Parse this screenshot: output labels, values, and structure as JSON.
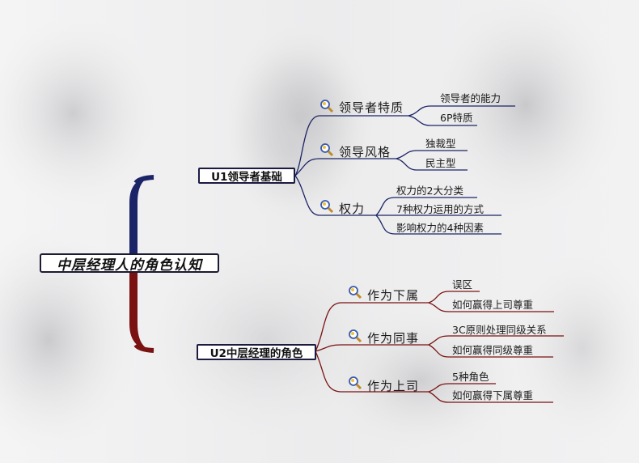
{
  "root": {
    "label": "中层经理人的角色认知"
  },
  "branches": [
    {
      "label": "U1领导者基础",
      "color": "#1b2466",
      "children": [
        {
          "label": "领导者特质",
          "leaves": [
            "领导者的能力",
            "6P特质"
          ]
        },
        {
          "label": "领导风格",
          "leaves": [
            "独裁型",
            "民主型"
          ]
        },
        {
          "label": "权力",
          "leaves": [
            "权力的2大分类",
            "7种权力运用的方式",
            "影响权力的4种因素"
          ]
        }
      ]
    },
    {
      "label": "U2中层经理的角色",
      "color": "#7a1212",
      "children": [
        {
          "label": "作为下属",
          "leaves": [
            "误区",
            "如何赢得上司尊重"
          ]
        },
        {
          "label": "作为同事",
          "leaves": [
            "3C原则处理同级关系",
            "如何赢得同级尊重"
          ]
        },
        {
          "label": "作为上司",
          "leaves": [
            "5种角色",
            "如何赢得下属尊重"
          ]
        }
      ]
    }
  ],
  "colors": {
    "u1": "#1b2466",
    "u2": "#7a1212",
    "icon": "magnifier-icon"
  }
}
